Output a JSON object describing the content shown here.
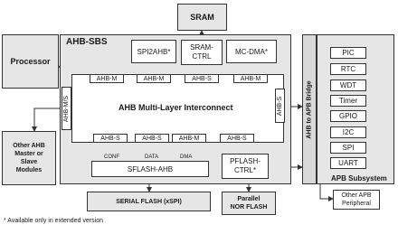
{
  "sram": "SRAM",
  "processor": "Processor",
  "other_ahb": [
    "Other AHB",
    "Master or",
    "Slave",
    "Modules"
  ],
  "sbs": {
    "title": "AHB-SBS",
    "spi2ahb": "SPI2AHB*",
    "sram_ctrl": [
      "SRAM-",
      "CTRL"
    ],
    "mc_dma": "MC-DMA*",
    "interconnect": "AHB Multi-Layer Interconnect",
    "ports_top": [
      "AHB-M",
      "AHB-M",
      "AHB-S",
      "AHB-M"
    ],
    "ports_bottom": [
      "AHB-S",
      "AHB-S",
      "AHB-M",
      "AHB-S"
    ],
    "port_left": "AHB-M/S",
    "port_right": "AHB-S",
    "sflash_sub": [
      "CONF",
      "DATA",
      "DMA"
    ],
    "sflash": "SFLASH-AHB",
    "pflash": [
      "PFLASH-",
      "CTRL*"
    ]
  },
  "bridge": "AHB to APB Bridge",
  "apb": {
    "title": "APB Subsystem",
    "items": [
      "PIC",
      "RTC",
      "WDT",
      "Timer",
      "GPIO",
      "I2C",
      "SPI",
      "UART"
    ]
  },
  "serial_flash": "SERIAL FLASH (xSPI)",
  "nor_flash": [
    "Parallel",
    "NOR FLASH"
  ],
  "other_apb": [
    "Other APB",
    "Peripheral"
  ],
  "footnote": "* Available only in extended version",
  "colors": {
    "panel": "#e6e6e6",
    "box": "#ffffff",
    "line": "#333333"
  }
}
